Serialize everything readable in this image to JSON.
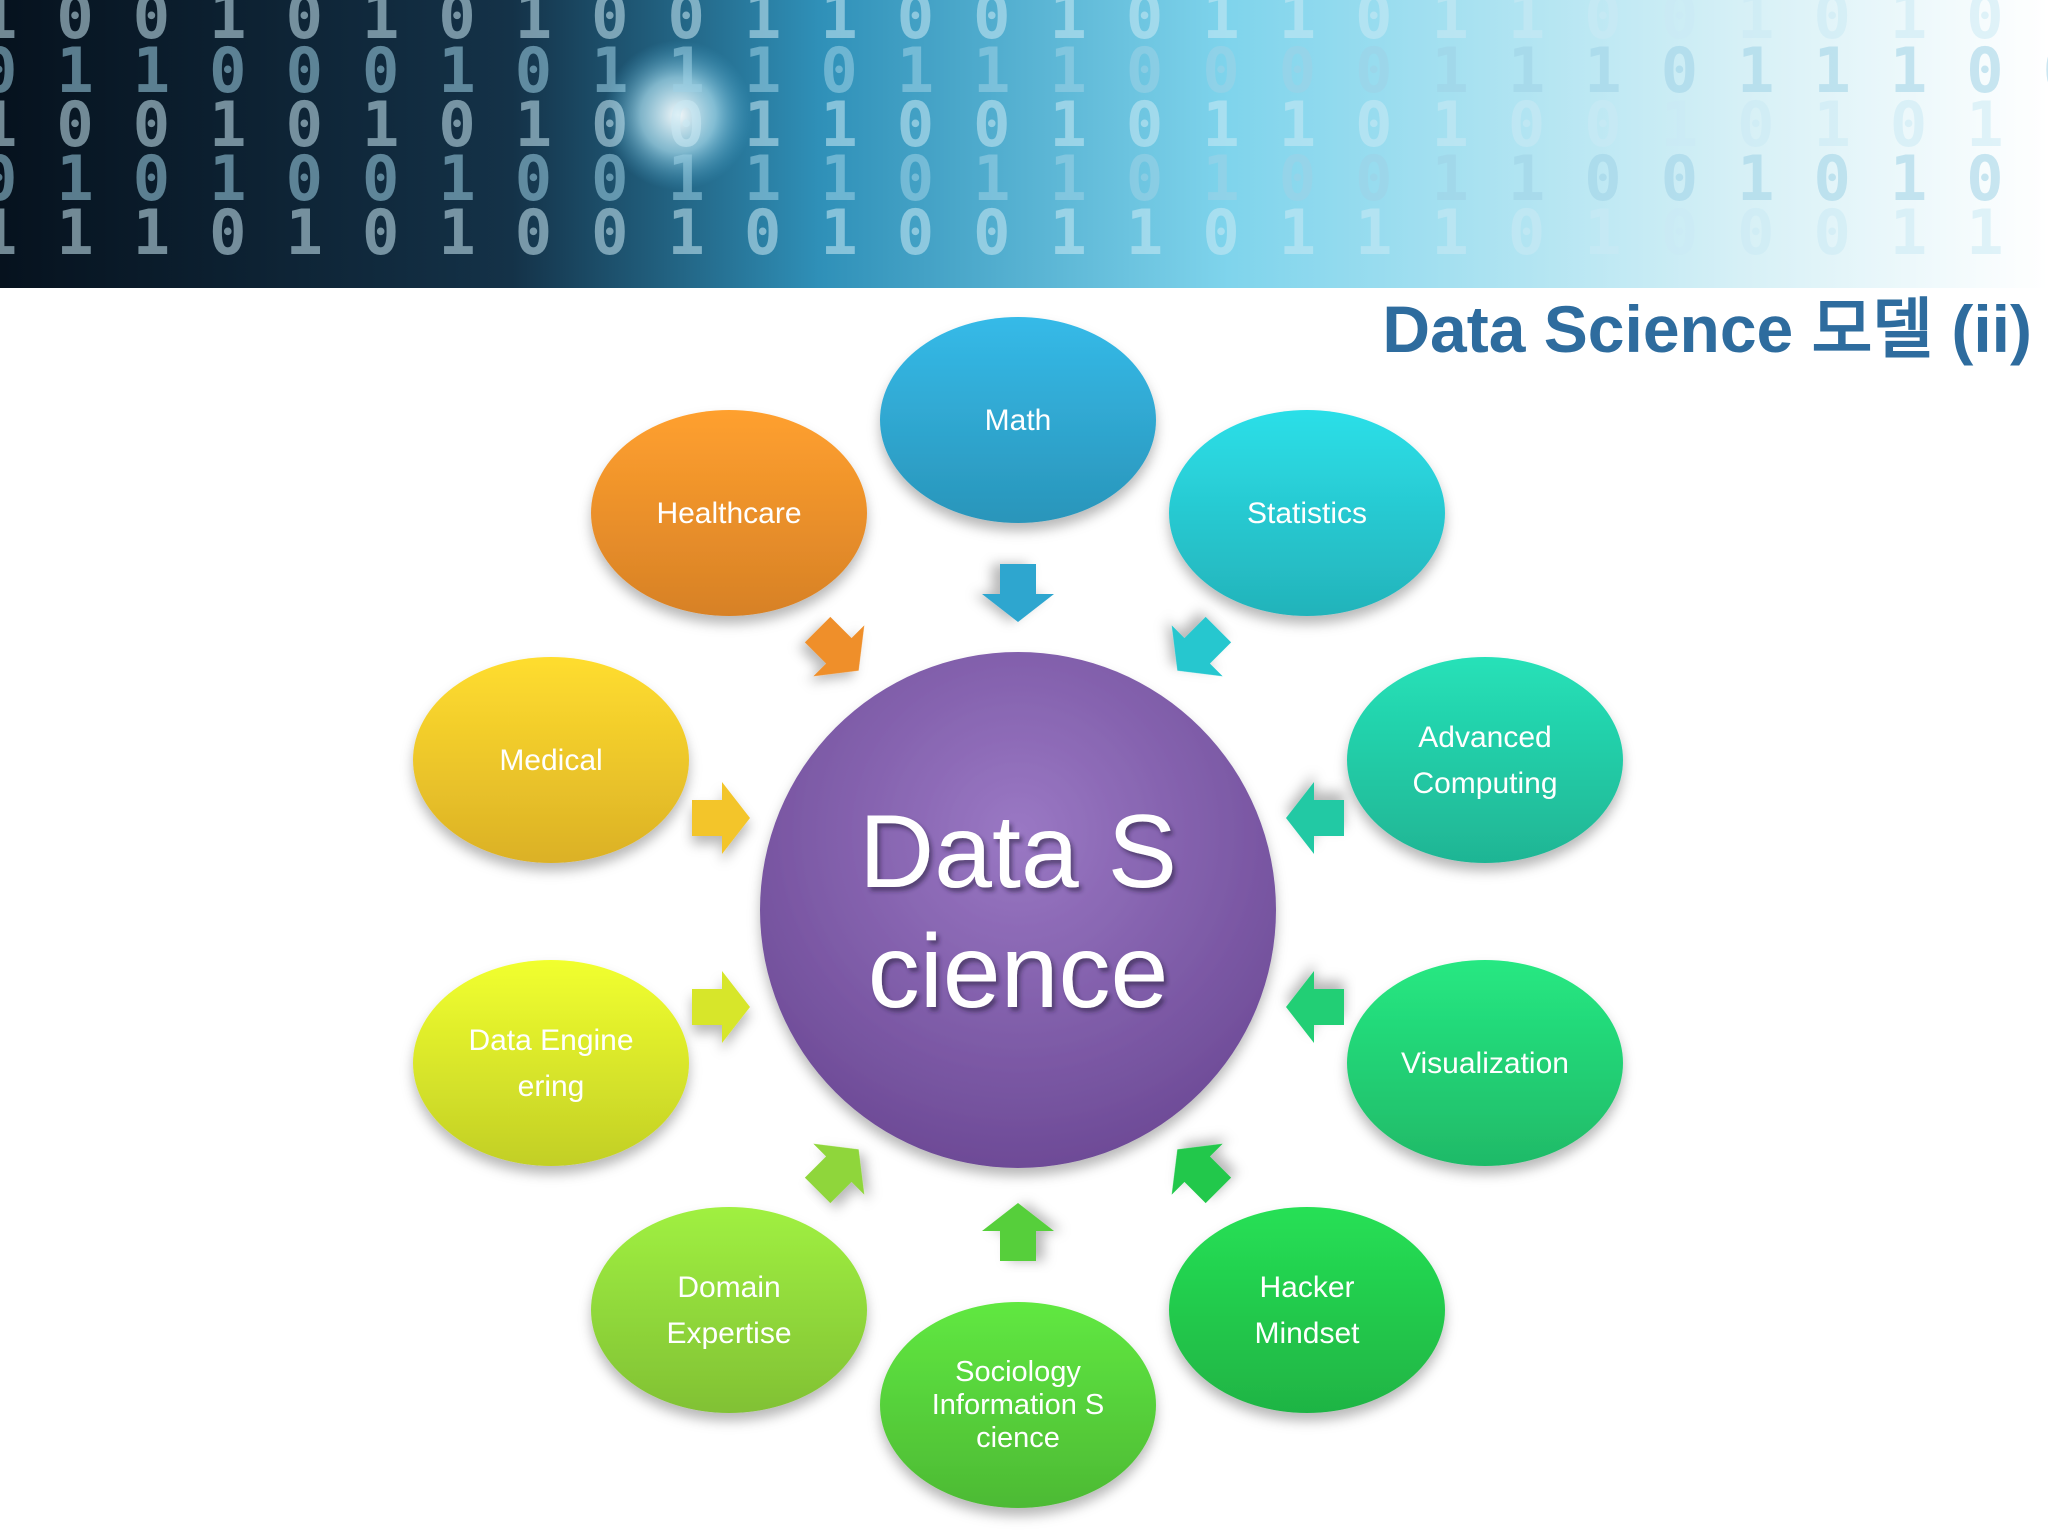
{
  "header": {
    "title": "Data Science 모델 (ii)"
  },
  "diagram": {
    "center": {
      "lines": [
        "Data S",
        "cience"
      ],
      "color": "#7d5aa6"
    },
    "nodes": [
      {
        "id": "math",
        "lines": [
          "Math"
        ],
        "color": "#2fa6cf",
        "arrow": "down"
      },
      {
        "id": "statistics",
        "lines": [
          "Statistics"
        ],
        "color": "#27c7cf",
        "arrow": "down-left"
      },
      {
        "id": "advanced-computing",
        "lines": [
          "Advanced",
          "Computing"
        ],
        "color": "#22c9a4",
        "arrow": "left"
      },
      {
        "id": "visualization",
        "lines": [
          "Visualization"
        ],
        "color": "#22cf74",
        "arrow": "left"
      },
      {
        "id": "hacker-mindset",
        "lines": [
          "Hacker",
          "Mindset"
        ],
        "color": "#22c84c",
        "arrow": "up-left"
      },
      {
        "id": "sociology",
        "lines": [
          "Sociology",
          "Information S",
          "cience"
        ],
        "color": "#56cf3a",
        "arrow": "up"
      },
      {
        "id": "domain-expertise",
        "lines": [
          "Domain",
          "Expertise"
        ],
        "color": "#8fd63a",
        "arrow": "up-right"
      },
      {
        "id": "data-engineering",
        "lines": [
          "Data Engine",
          "ering"
        ],
        "color": "#d7e62a",
        "arrow": "right"
      },
      {
        "id": "medical",
        "lines": [
          "Medical"
        ],
        "color": "#f3c52a",
        "arrow": "right"
      },
      {
        "id": "healthcare",
        "lines": [
          "Healthcare"
        ],
        "color": "#ef8f2a",
        "arrow": "down-right"
      }
    ]
  },
  "banner": {
    "rows": [
      "1001010100110010110110010101",
      "0110001011101110000111011100",
      "1001010100110010110100101011",
      "0101001001110110100110010101",
      "1110101001010011011101000111"
    ]
  }
}
